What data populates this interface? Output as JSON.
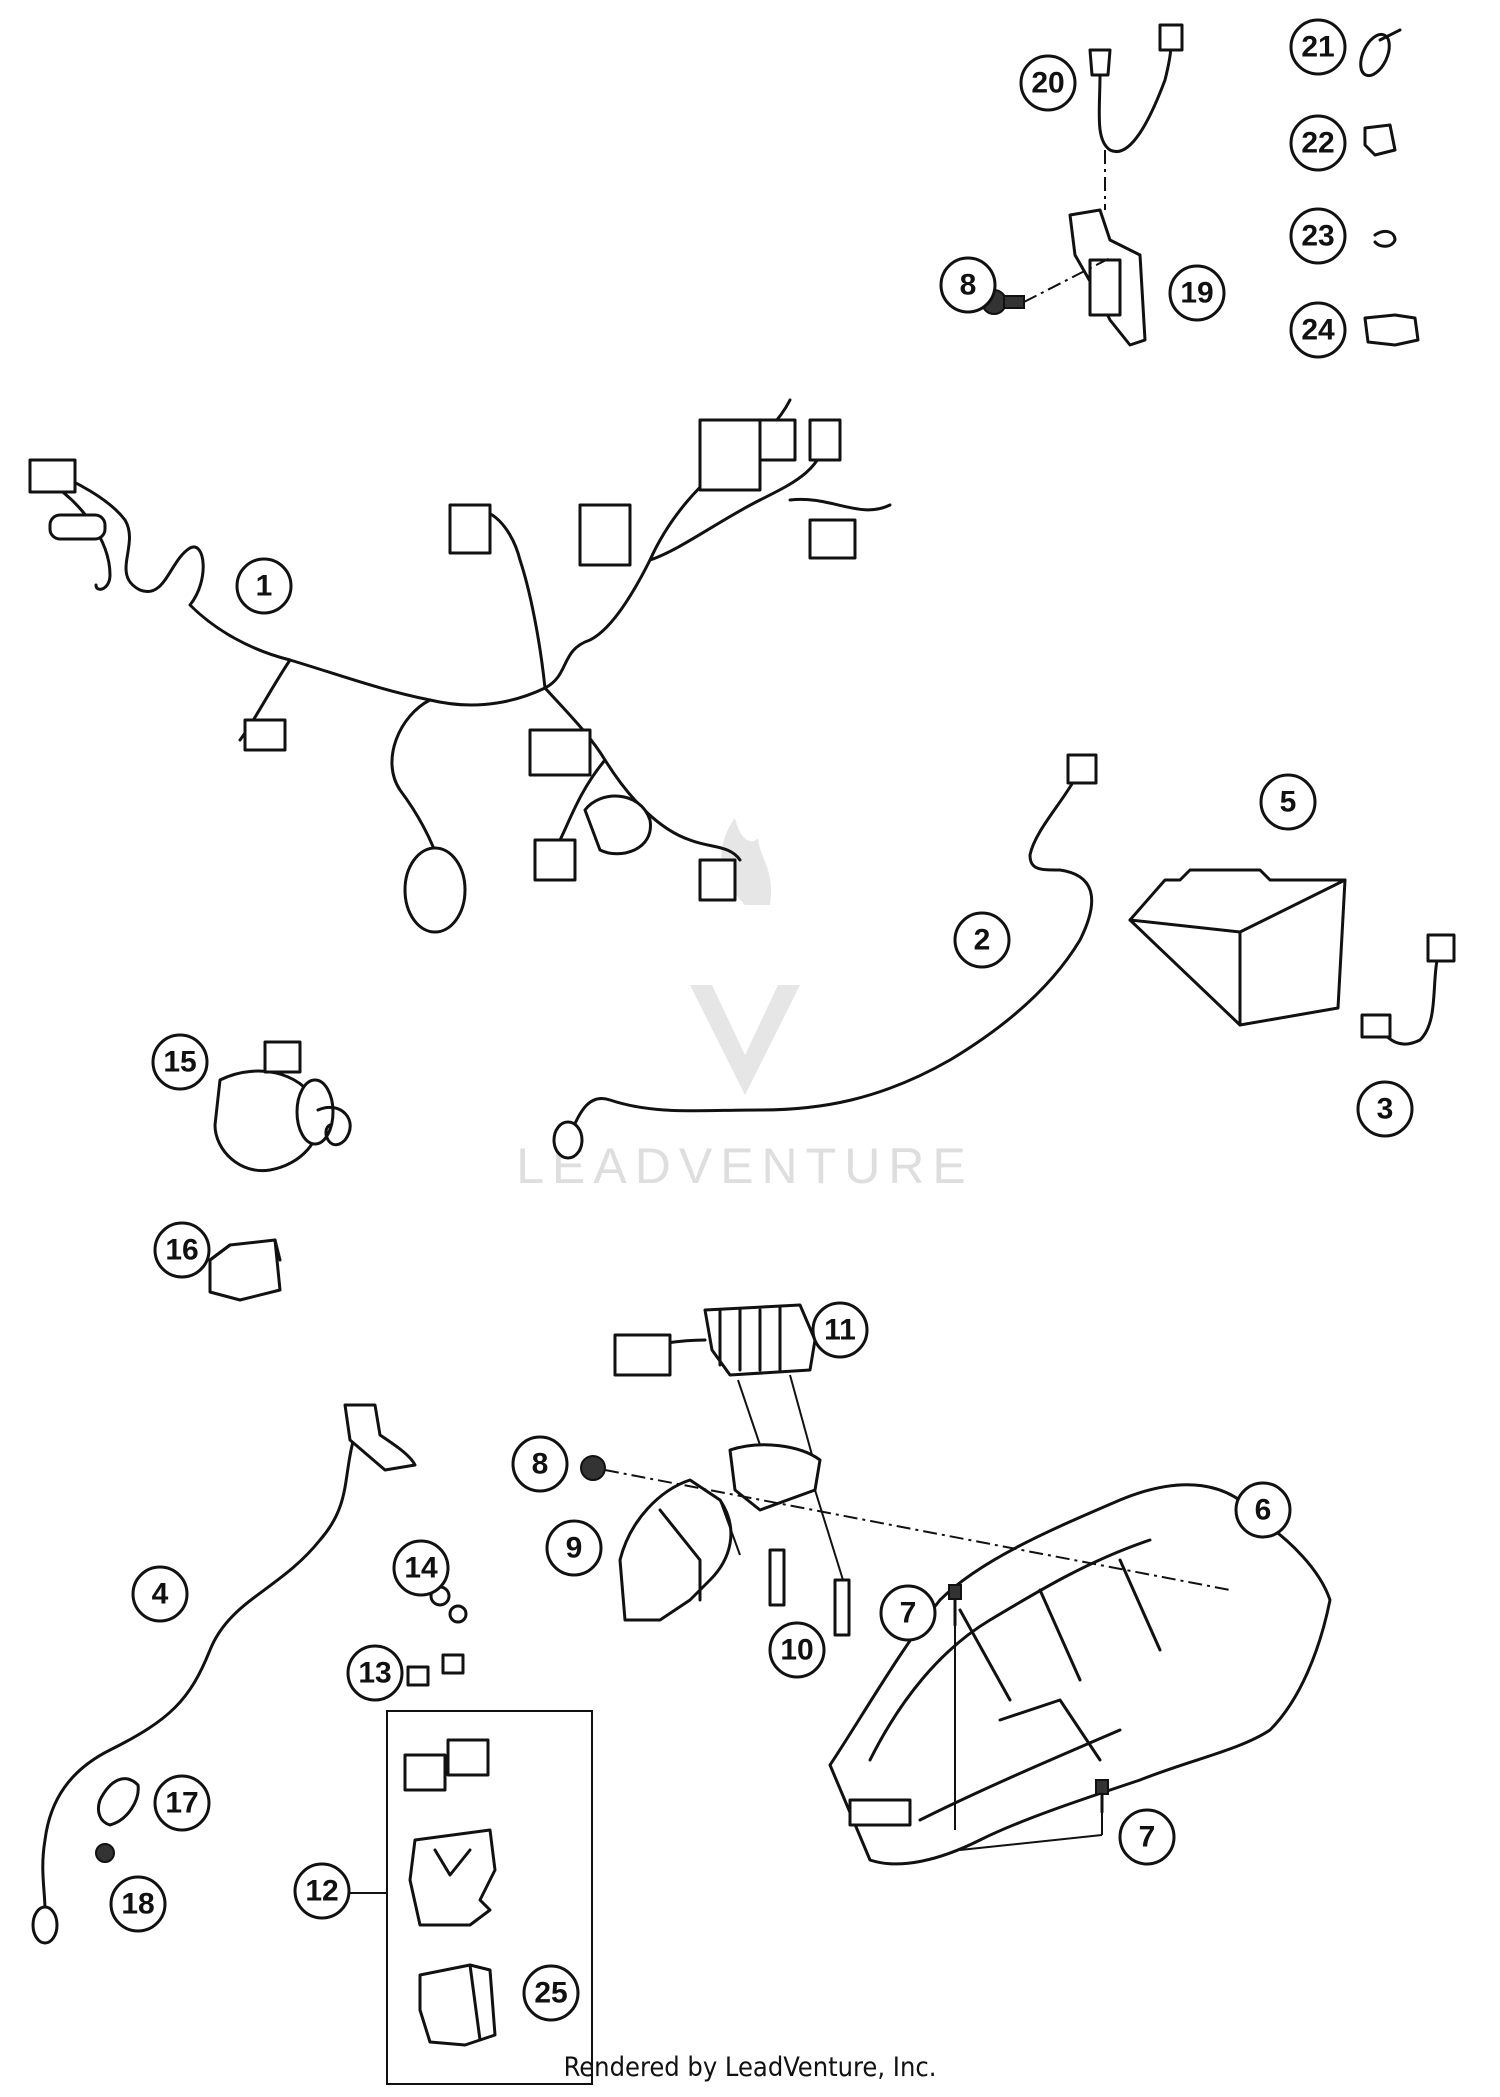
{
  "watermark": {
    "brand": "LEADVENTURE"
  },
  "footer": {
    "credit": "Rendered by LeadVenture, Inc."
  },
  "callouts": [
    "1",
    "2",
    "3",
    "4",
    "5",
    "6",
    "7",
    "7",
    "8",
    "8",
    "9",
    "10",
    "11",
    "12",
    "13",
    "14",
    "15",
    "16",
    "17",
    "18",
    "19",
    "20",
    "21",
    "22",
    "23",
    "24",
    "25"
  ]
}
